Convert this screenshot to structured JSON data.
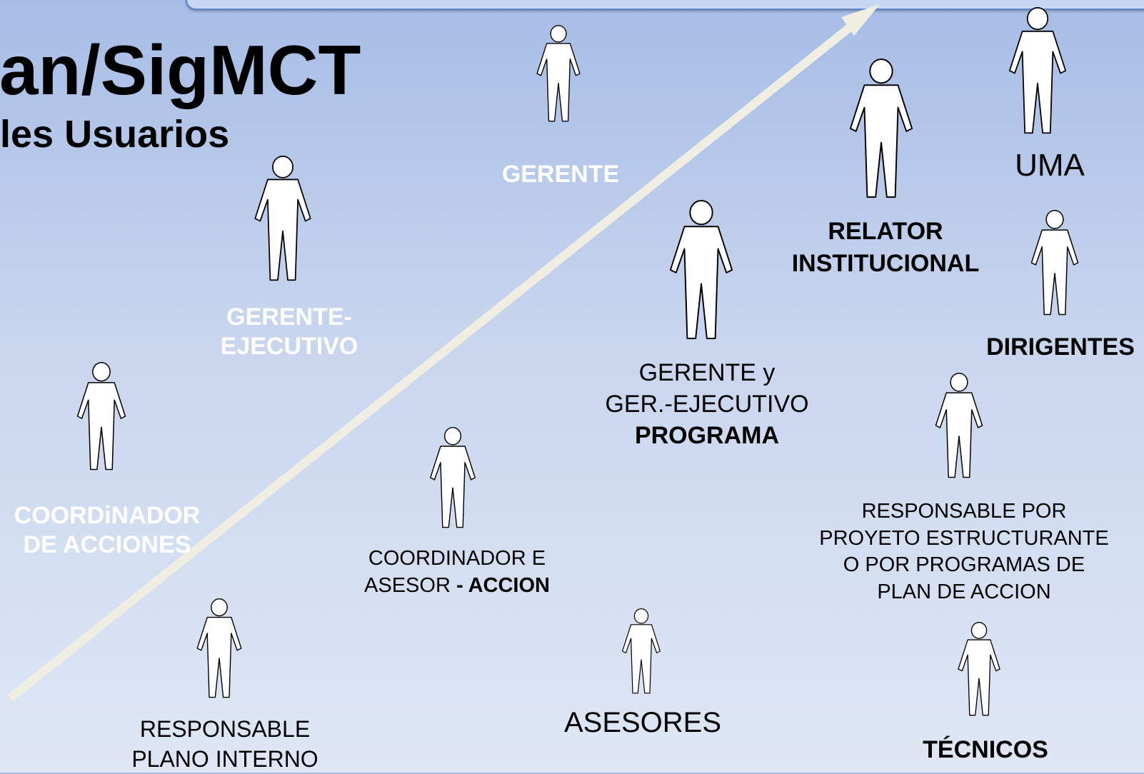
{
  "title": "an/SigMCT",
  "subtitle": "les Usuarios",
  "colors": {
    "figure_fill": "#ffffff",
    "figure_stroke": "#000000",
    "arrow": "#f0ede2",
    "white_label": "#ffffff"
  },
  "labels": {
    "gerente": "GERENTE",
    "gerente_ejecutivo_1": "GERENTE-",
    "gerente_ejecutivo_2": "EJECUTIVO",
    "coordinador_acciones_1": "COORDiNADOR",
    "coordinador_acciones_2": "DE ACCIONES",
    "responsable_plano_1": "RESPONSABLE",
    "responsable_plano_2": "PLANO INTERNO",
    "coord_asesor_1": "COORDINADOR E",
    "coord_asesor_2a": "ASESOR ",
    "coord_asesor_2b": "- ACCION",
    "asesores": "ASESORES",
    "gerente_prog_1": "GERENTE y",
    "gerente_prog_2": "GER.-EJECUTIVO",
    "gerente_prog_3": "PROGRAMA",
    "relator_1": "RELATOR",
    "relator_2": "INSTITUCIONAL",
    "uma": "UMA",
    "dirigentes": "DIRIGENTES",
    "resp_proy_1": "RESPONSABLE POR",
    "resp_proy_2": "PROYETO ESTRUCTURANTE",
    "resp_proy_3": "O POR PROGRAMAS DE",
    "resp_proy_4": "PLAN DE ACCION",
    "tecnicos": "TÉCNICOS"
  }
}
